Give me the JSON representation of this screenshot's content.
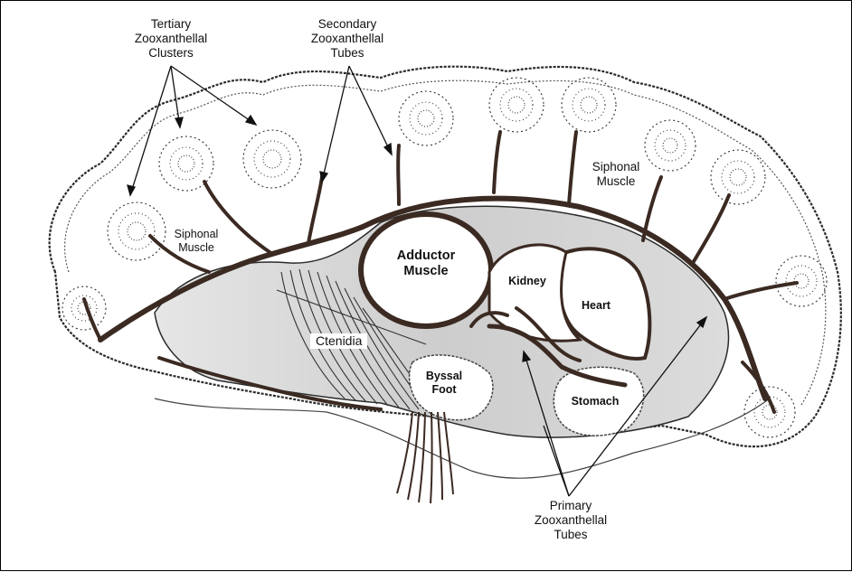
{
  "labels": {
    "tertiary": "Tertiary\nZooxanthellal\nClusters",
    "secondary": "Secondary\nZooxanthellal\nTubes",
    "primary": "Primary\nZooxanthellal\nTubes",
    "siphonal_left": "Siphonal\nMuscle",
    "siphonal_right": "Siphonal\nMuscle",
    "adductor": "Adductor\nMuscle",
    "kidney": "Kidney",
    "heart": "Heart",
    "ctenidia": "Ctenidia",
    "byssal": "Byssal\nFoot",
    "stomach": "Stomach"
  },
  "colors": {
    "tube": "#3b2a22",
    "outline": "#2b2b2b",
    "shade": "#cfcfcf"
  }
}
